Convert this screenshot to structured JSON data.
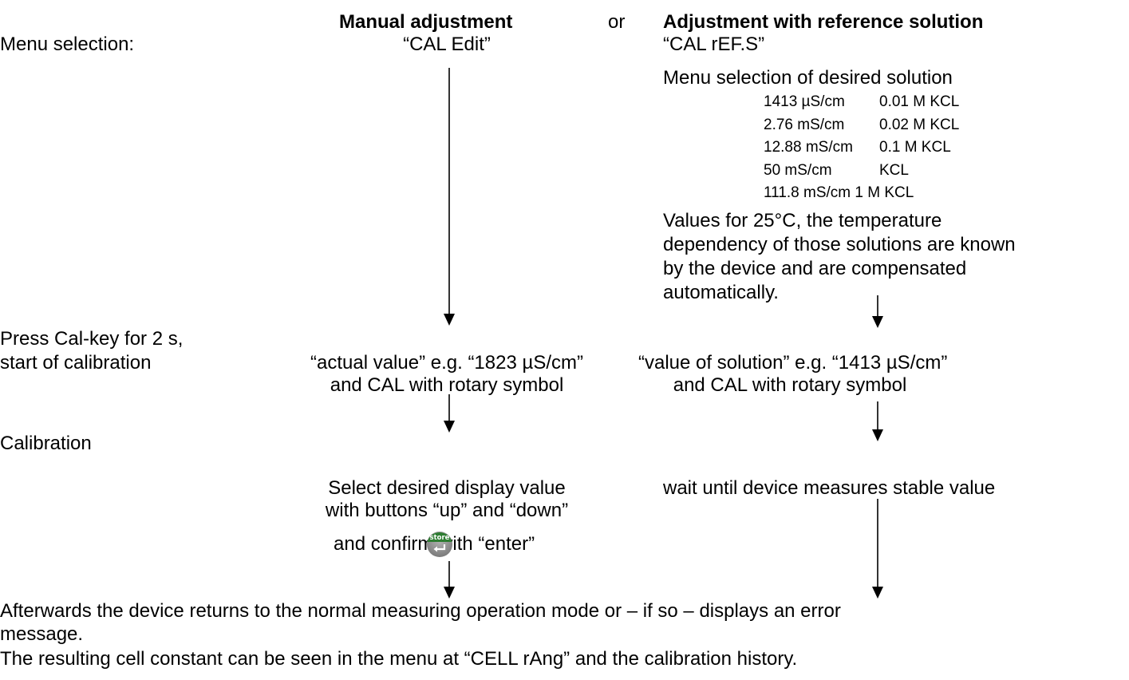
{
  "header": {
    "manual_title": "Manual adjustment",
    "or_label": "or",
    "reference_title": "Adjustment with reference solution"
  },
  "labels": {
    "menu_selection": "Menu selection:",
    "press_cal_line1": "Press Cal-key for 2 s,",
    "press_cal_line2": "start of calibration",
    "calibration": "Calibration"
  },
  "manual": {
    "menu_item": "“CAL Edit”",
    "actual_value_line1": "“actual value” e.g. “1823 µS/cm”",
    "actual_value_line2": "and CAL with rotary symbol",
    "select_line1": "Select desired display value",
    "select_line2": "with buttons “up” and “down”",
    "confirm_line": "and confirm with “enter”",
    "store_icon_text": "store"
  },
  "reference": {
    "menu_item": "“CAL rEF.S”",
    "menu_selection_solution": "Menu selection of desired solution",
    "solutions": [
      {
        "value": "1413 µS/cm",
        "name": "0.01 M KCL"
      },
      {
        "value": "2.76 mS/cm",
        "name": "0.02 M KCL"
      },
      {
        "value": "12.88 mS/cm",
        "name": "0.1 M KCL"
      },
      {
        "value": "50 mS/cm",
        "name": "KCL"
      }
    ],
    "solution_last": "111.8 mS/cm 1 M KCL",
    "note_line1": "Values for 25°C, the temperature",
    "note_line2": "dependency of those solutions are known",
    "note_line3": "by the device and are compensated",
    "note_line4": "automatically.",
    "value_line1": "“value of solution” e.g. “1413 µS/cm”",
    "value_line2": "and CAL with rotary symbol",
    "wait_line": "wait until device measures stable value"
  },
  "footer": {
    "line1": "Afterwards the device returns to the normal measuring operation mode or – if so – displays an error",
    "line2": "message.",
    "line3": "The resulting cell constant can be seen in the menu at “CELL rAng” and the calibration history."
  }
}
